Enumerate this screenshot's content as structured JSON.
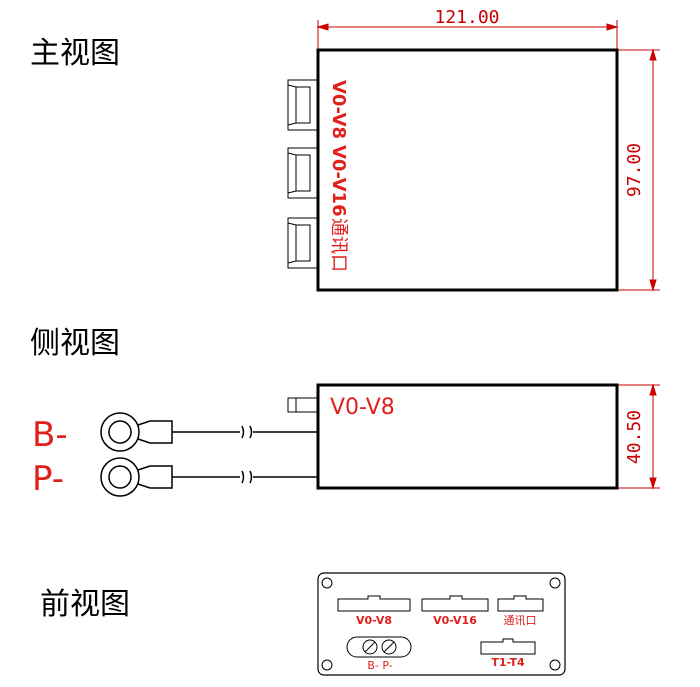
{
  "views": {
    "main": {
      "title": "主视图"
    },
    "side": {
      "title": "侧视图"
    },
    "front": {
      "title": "前视图"
    }
  },
  "dimensions": {
    "width": "121.00",
    "height": "97.00",
    "thickness": "40.50"
  },
  "main_view": {
    "connector_labels": [
      "V0-V8",
      "V0-V16",
      "通讯口"
    ]
  },
  "side_view": {
    "label": "V0-V8",
    "cables": [
      "B-",
      "P-"
    ]
  },
  "front_view": {
    "ports": [
      "V0-V8",
      "V0-V16",
      "通讯口"
    ],
    "bottom_port": "T1-T4",
    "terminal_label": "B- P-"
  },
  "colors": {
    "label_red": "#e0201c",
    "dimension_red": "#cc0000",
    "outline": "#000000"
  }
}
